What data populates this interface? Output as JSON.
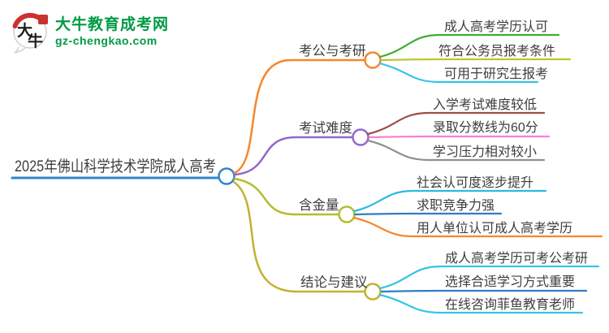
{
  "logo": {
    "icon": "daniu-speech-bubble-seal-icon",
    "icon_char1": "大",
    "icon_char2": "牛",
    "title": "大牛教育成考网",
    "domain": "gz-chengkao.com",
    "brand_color": "#009a44",
    "seal_color": "#c5342e"
  },
  "mindmap": {
    "root": {
      "label": "2025年佛山科学技术学院成人高考",
      "color": "#2f86c9"
    },
    "branches": [
      {
        "label": "考公与考研",
        "color": "#f5872b",
        "children": [
          {
            "label": "成人高考学历认可",
            "color": "#3fae2f"
          },
          {
            "label": "符合公务员报考条件",
            "color": "#bcc72e"
          },
          {
            "label": "可用于研究生报考",
            "color": "#35c4e8"
          }
        ]
      },
      {
        "label": "考试难度",
        "color": "#9168c8",
        "children": [
          {
            "label": "入学考试难度较低",
            "color": "#9b4f43"
          },
          {
            "label": "录取分数线为60分",
            "color": "#fb7ed2"
          },
          {
            "label": "学习压力相对较小",
            "color": "#8f8f8f"
          }
        ]
      },
      {
        "label": "含金量",
        "color": "#b5bd2e",
        "children": [
          {
            "label": "社会认可度逐步提升",
            "color": "#2cb9e0"
          },
          {
            "label": "求职竞争力强",
            "color": "#2f7dbf"
          },
          {
            "label": "用人单位认可成人高考学历",
            "color": "#f5872b"
          }
        ]
      },
      {
        "label": "结论与建议",
        "color": "#c1b230",
        "children": [
          {
            "label": "成人高考学历可考公考研",
            "color": "#35c4e8"
          },
          {
            "label": "选择合适学习方式重要",
            "color": "#2f7dbf"
          },
          {
            "label": "在线咨询菲鱼教育老师",
            "color": "#35c4e8"
          }
        ]
      }
    ]
  }
}
